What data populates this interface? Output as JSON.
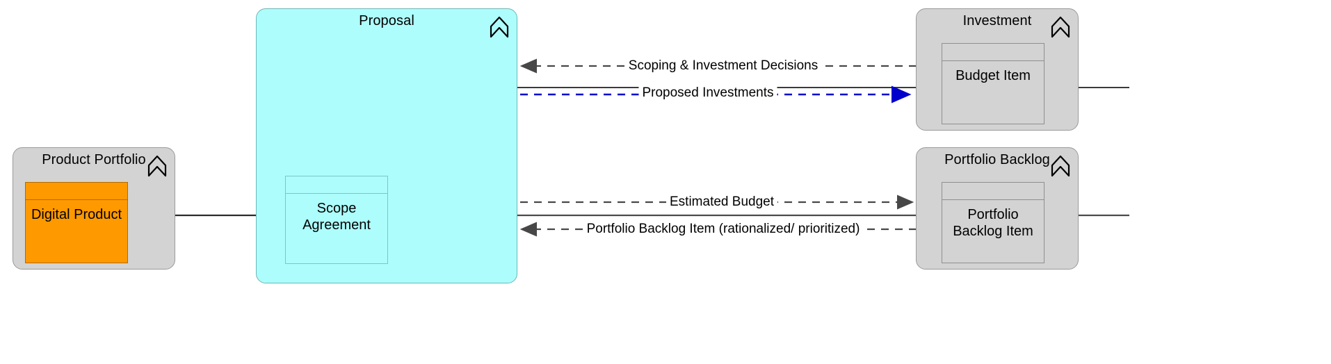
{
  "diagram": {
    "title": "Proposal / Portfolio flow diagram",
    "background": "#ffffff",
    "colors": {
      "grouping_grey_fill": "#d3d3d3",
      "grouping_grey_border": "#9a9a9a",
      "grouping_cyan_fill": "#aefdfd",
      "grouping_cyan_border": "#6fb6b6",
      "digital_product_fill": "#ff9900",
      "digital_product_border": "#b36b00",
      "flow_arrow": "#474747",
      "highlight_flow_arrow": "#0000cc"
    }
  },
  "groups": [
    {
      "id": "product-portfolio",
      "label": "Product Portfolio",
      "icon": "grouping-chevron-icon",
      "fill": "grey",
      "children": [
        {
          "id": "digital-product",
          "label": "Digital Product",
          "fill": "orange"
        }
      ]
    },
    {
      "id": "proposal",
      "label": "Proposal",
      "icon": "grouping-chevron-icon",
      "fill": "cyan",
      "children": [
        {
          "id": "scope-agreement",
          "label": "Scope Agreement",
          "fill": "cyan"
        }
      ]
    },
    {
      "id": "investment",
      "label": "Investment",
      "icon": "grouping-chevron-icon",
      "fill": "grey",
      "children": [
        {
          "id": "budget-item",
          "label": "Budget Item",
          "fill": "grey"
        }
      ]
    },
    {
      "id": "portfolio-backlog",
      "label": "Portfolio Backlog",
      "icon": "grouping-chevron-icon",
      "fill": "grey",
      "children": [
        {
          "id": "portfolio-backlog-item",
          "label": "Portfolio Backlog Item",
          "fill": "grey"
        }
      ]
    }
  ],
  "flows": [
    {
      "id": "scoping-investment-decisions",
      "label": "Scoping & Investment Decisions",
      "from": "investment",
      "to": "proposal",
      "style": "dashed",
      "color": "#474747",
      "direction": "left"
    },
    {
      "id": "proposed-investments",
      "label": "Proposed Investments",
      "from": "proposal",
      "to": "investment",
      "style": "dashed",
      "color": "#0000cc",
      "direction": "right"
    },
    {
      "id": "estimated-budget",
      "label": "Estimated Budget",
      "from": "proposal",
      "to": "portfolio-backlog",
      "style": "dashed",
      "color": "#474747",
      "direction": "right"
    },
    {
      "id": "portfolio-backlog-item-rationalized",
      "label": "Portfolio Backlog Item (rationalized/ prioritized)",
      "from": "portfolio-backlog",
      "to": "proposal",
      "style": "dashed",
      "color": "#474747",
      "direction": "left"
    }
  ],
  "associations": [
    {
      "id": "digital-product-to-scope-agreement",
      "from": "digital-product",
      "to": "scope-agreement",
      "style": "solid"
    },
    {
      "id": "scope-agreement-to-budget-item",
      "from": "scope-agreement",
      "to": "budget-item",
      "style": "solid"
    },
    {
      "id": "scope-agreement-to-portfolio-backlog-item",
      "from": "scope-agreement",
      "to": "portfolio-backlog-item",
      "style": "solid"
    }
  ]
}
